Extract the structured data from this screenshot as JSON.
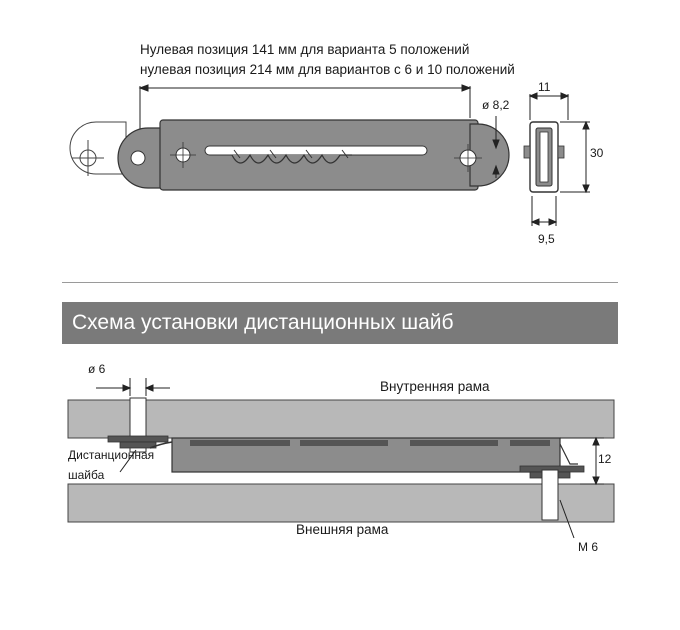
{
  "top_diagram": {
    "note_line1": "Нулевая позиция 141 мм для варианта 5 положений",
    "note_line2": "нулевая позиция 214 мм для вариантов с 6 и 10 положений",
    "dim_hole": "ø 8,2",
    "dim_width_top": "11",
    "dim_height": "30",
    "dim_width_bottom": "9,5"
  },
  "section": {
    "title": "Схема установки дистанционных шайб"
  },
  "install_diagram": {
    "dim_diameter": "ø 6",
    "inner_frame": "Внутренняя рама",
    "spacer_line1": "Дистанционная",
    "spacer_line2": "шайба",
    "dim_gap": "12",
    "outer_frame": "Внешняя рама",
    "bolt": "М 6"
  },
  "colors": {
    "frame": "#b8b8b8",
    "part": "#8c8c8c",
    "part_dark": "#555555",
    "section_bar": "#7a7a7a",
    "line": "#222222"
  }
}
